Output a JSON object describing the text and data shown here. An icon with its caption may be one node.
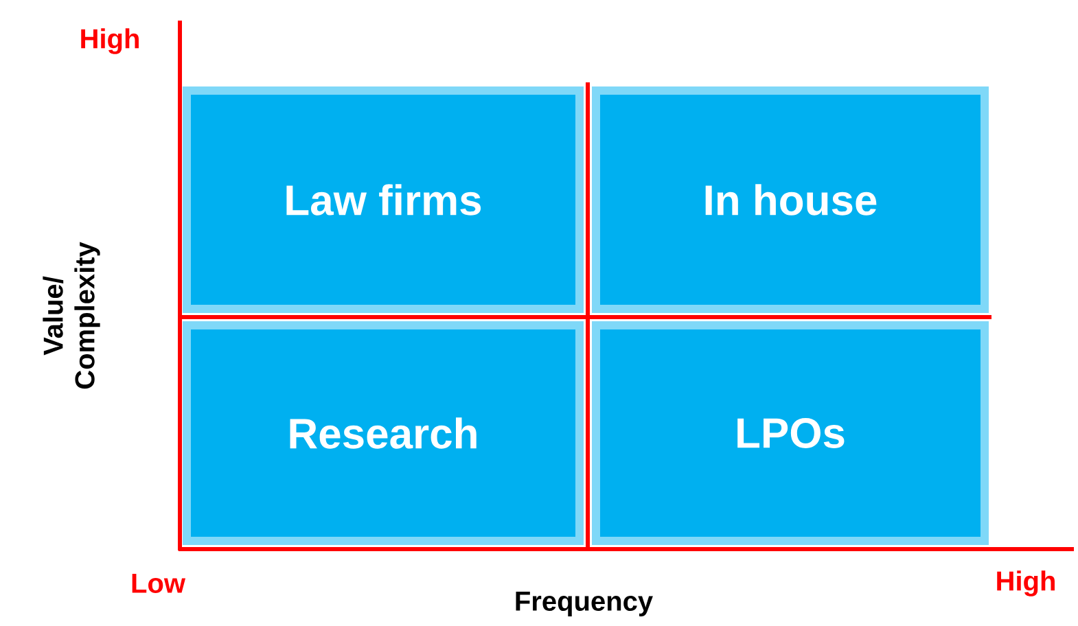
{
  "diagram": {
    "nodes": [
      {
        "text": [
          "Law firms"
        ]
      },
      {
        "text": [
          "In house"
        ]
      },
      {
        "text": [
          "Research"
        ]
      },
      {
        "text": [
          "LPOs"
        ]
      }
    ],
    "labels": [
      "High",
      "Value/ Complexity",
      "Low",
      "Frequency",
      "High"
    ]
  }
}
